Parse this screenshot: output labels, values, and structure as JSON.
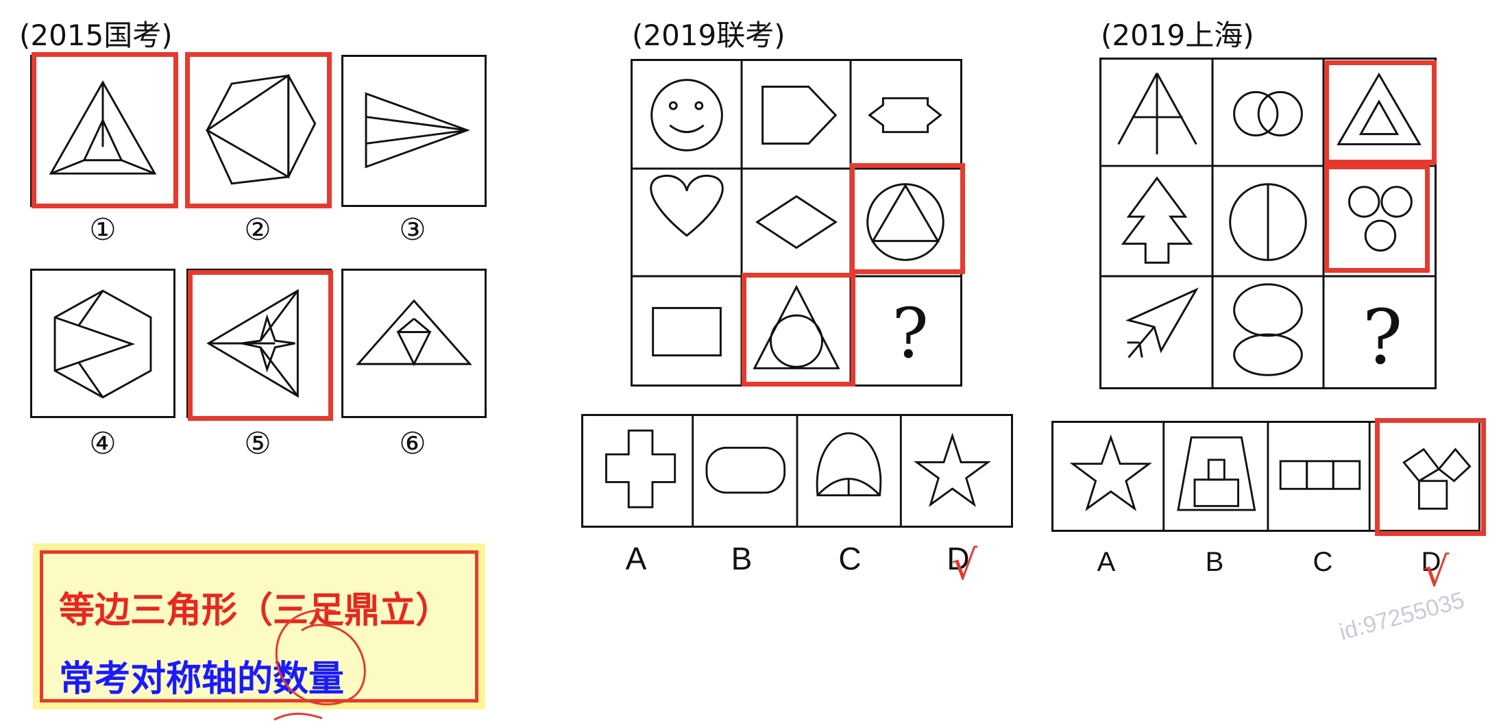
{
  "panel1": {
    "title": "(2015国考)",
    "labels": [
      "①",
      "②",
      "③",
      "④",
      "⑤",
      "⑥"
    ]
  },
  "panel2": {
    "title": "(2019联考)",
    "question_mark": "?",
    "options": [
      "A",
      "B",
      "C",
      "D"
    ],
    "check": "√"
  },
  "panel3": {
    "title": "(2019上海)",
    "question_mark": "?",
    "options": [
      "A",
      "B",
      "C",
      "D"
    ],
    "check": "√"
  },
  "note": {
    "line1": "等边三角形（三足鼎立）",
    "line2": "常考对称轴的数量"
  },
  "watermark": "id:97255035",
  "colors": {
    "highlight": "#e53a2e",
    "note_red": "#e8271e",
    "note_blue": "#1a1aff",
    "note_bg": "#fdfbc4"
  }
}
